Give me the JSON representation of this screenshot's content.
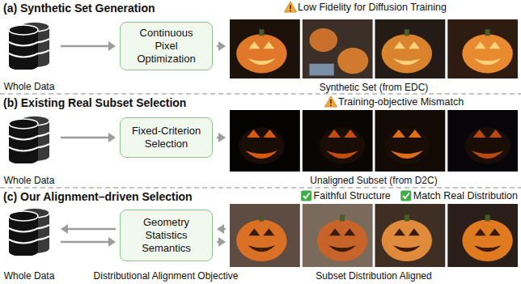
{
  "diagram": {
    "nodes": [
      {
        "text": [
          "Whole Data"
        ]
      },
      {
        "text": [
          "Continuous Pixel Optimization"
        ]
      },
      {
        "text": [
          "Synthetic Set (from EDC)"
        ]
      },
      {
        "text": [
          "Whole Data"
        ]
      },
      {
        "text": [
          "Fixed-Criterion Selection"
        ]
      },
      {
        "text": [
          "Unaligned Subset (from D2C)"
        ]
      },
      {
        "text": [
          "Whole Data"
        ]
      },
      {
        "text": [
          "Geometry Statistics Semantics"
        ]
      },
      {
        "text": [
          "Subset Distribution Aligned"
        ]
      }
    ],
    "edges": [
      {
        "from": 0,
        "to": 1,
        "arrow": "to"
      },
      {
        "from": 1,
        "to": 2,
        "arrow": "to"
      },
      {
        "from": 3,
        "to": 4,
        "arrow": "to"
      },
      {
        "from": 4,
        "to": 5,
        "arrow": "to"
      },
      {
        "from": 7,
        "to": 6,
        "arrow": "to"
      },
      {
        "from": 6,
        "to": 7,
        "arrow": "to"
      },
      {
        "from": 8,
        "to": 7,
        "arrow": "to"
      },
      {
        "from": 7,
        "to": 8,
        "arrow": "to"
      }
    ],
    "labels": [
      "(a) Synthetic Set Generation",
      "Low Fidelity for Diffusion Training",
      "(b) Existing Real Subset Selection",
      "Training-objective Mismatch",
      "(c) Our Alignment–driven Selection",
      "Faithful Structure",
      "Match Real Distribution",
      "Distributional Alignment Objective"
    ]
  }
}
